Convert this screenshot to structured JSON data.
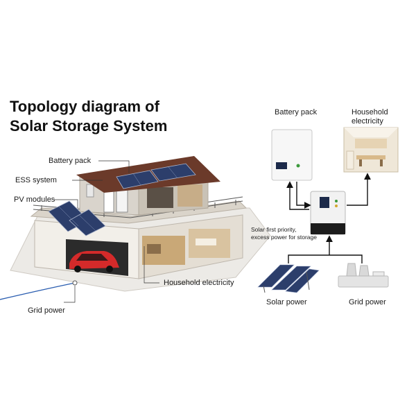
{
  "title": {
    "line1": "Topology diagram of",
    "line2": "Solar Storage System"
  },
  "house_labels": {
    "battery_pack": "Battery pack",
    "ess_system": "ESS system",
    "pv_modules": "PV modules",
    "household_electricity": "Household electricity",
    "grid_power": "Grid power"
  },
  "flow_labels": {
    "battery_pack": "Battery pack",
    "household_electricity_line1": "Household",
    "household_electricity_line2": "electricity",
    "priority_line1": "Solar first priority,",
    "priority_line2": "excess power for storage",
    "solar_power": "Solar power",
    "grid_power": "Grid power"
  },
  "colors": {
    "roof": "#6b3a2a",
    "panel": "#2c3e6b",
    "car": "#d42a2a",
    "arrow": "#111111",
    "wire": "#2a5db0"
  }
}
